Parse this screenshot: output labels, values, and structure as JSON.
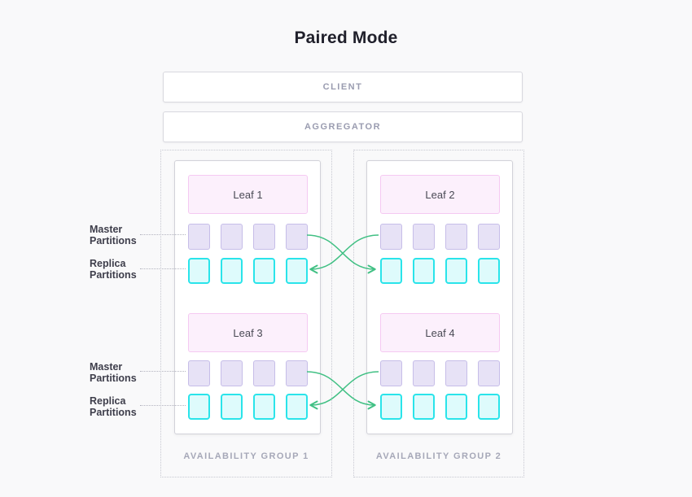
{
  "title": "Paired Mode",
  "tiers": {
    "client": "CLIENT",
    "aggregator": "AGGREGATOR"
  },
  "groups": [
    {
      "label": "AVAILABILITY GROUP 1",
      "leaves": [
        {
          "name": "Leaf 1",
          "master_partitions": 4,
          "replica_partitions": 4
        },
        {
          "name": "Leaf 3",
          "master_partitions": 4,
          "replica_partitions": 4
        }
      ]
    },
    {
      "label": "AVAILABILITY GROUP 2",
      "leaves": [
        {
          "name": "Leaf 2",
          "master_partitions": 4,
          "replica_partitions": 4
        },
        {
          "name": "Leaf 4",
          "master_partitions": 4,
          "replica_partitions": 4
        }
      ]
    }
  ],
  "side_labels": [
    {
      "line1": "Master",
      "line2": "Partitions"
    },
    {
      "line1": "Replica",
      "line2": "Partitions"
    },
    {
      "line1": "Master",
      "line2": "Partitions"
    },
    {
      "line1": "Replica",
      "line2": "Partitions"
    }
  ],
  "colors": {
    "bg": "#f9f9fa",
    "arrow-green": "#41c084",
    "master-fill": "#e7e2f6",
    "master-border": "#c6bde8",
    "replica-fill": "#defbfc",
    "replica-border": "#2ae4ea",
    "leaf-fill": "#fcf0fc",
    "leaf-border": "#f5c9f2"
  }
}
